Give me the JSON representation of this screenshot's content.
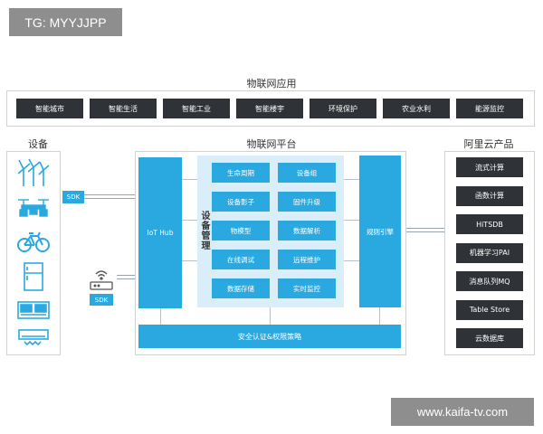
{
  "watermark_top": "TG: MYYJJPP",
  "watermark_bottom": "www.kaifa-tv.com",
  "app_layer": {
    "title": "物联网应用",
    "items": [
      "智能城市",
      "智能生活",
      "智能工业",
      "智能楼宇",
      "环境保护",
      "农业水利",
      "能源监控"
    ]
  },
  "devices": {
    "title": "设备",
    "icons": [
      "wind-turbine-icon",
      "drone-icon",
      "bicycle-icon",
      "refrigerator-icon",
      "monitor-icon",
      "air-conditioner-icon"
    ]
  },
  "sdk": {
    "top": "SDK",
    "bottom": "SDK"
  },
  "platform": {
    "title": "物联网平台",
    "iot_hub": "IoT Hub",
    "device_mgmt": "设备管理",
    "rule_engine": "规则引擎",
    "security": "安全认证&权限策略",
    "modules": [
      [
        "生命周期",
        "设备组"
      ],
      [
        "设备影子",
        "固件升级"
      ],
      [
        "物模型",
        "数据解析"
      ],
      [
        "在线调试",
        "远程维护"
      ],
      [
        "数据存储",
        "实时监控"
      ]
    ]
  },
  "cloud": {
    "title": "阿里云产品",
    "items": [
      "流式计算",
      "函数计算",
      "HiTSDB",
      "机器学习PAI",
      "消息队列MQ",
      "Table Store",
      "云数据库"
    ]
  },
  "colors": {
    "accent": "#2aa9e0",
    "dark": "#2f3337",
    "panel": "#d9eef9",
    "watermark": "#8e8e8e"
  }
}
